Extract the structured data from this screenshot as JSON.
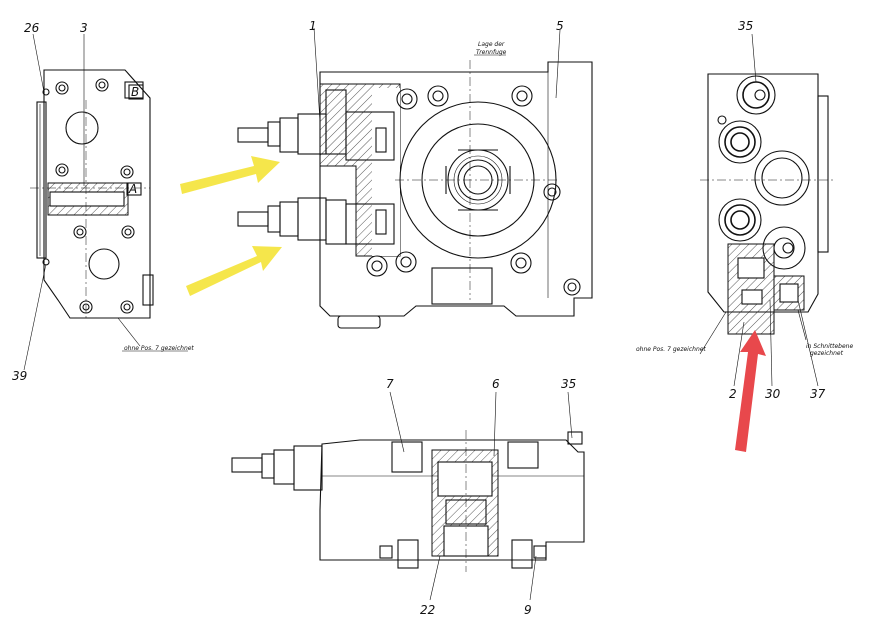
{
  "labels": {
    "n26": "26",
    "n3": "3",
    "n1": "1",
    "n5": "5",
    "n35a": "35",
    "nB": "B",
    "nA": "A",
    "n39": "39",
    "n7": "7",
    "n6": "6",
    "n35b": "35",
    "n22": "22",
    "n9": "9",
    "n2": "2",
    "n30": "30",
    "n37": "37"
  },
  "notes": {
    "lage_1": "Lage der",
    "lage_2": "Trennfuge",
    "ohne_left": "ohne Pos. 7 gezeichnet",
    "ohne_right": "ohne Pos. 7 gezeichnet",
    "schnitt_1": "in Schnittebene",
    "schnitt_2": "gezeichnet"
  },
  "colors": {
    "arrow_yellow": "#f5e64b",
    "arrow_red": "#e8484c",
    "line": "#111111",
    "background": "#ffffff"
  }
}
